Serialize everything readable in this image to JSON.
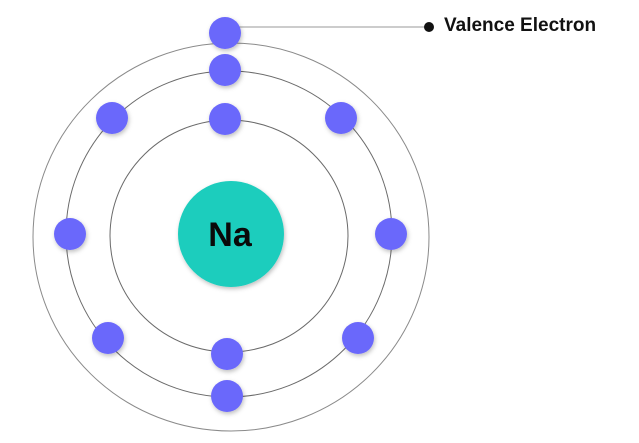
{
  "element_symbol": "Na",
  "callout_label": "Valence Electron",
  "shells": [
    {
      "name": "inner",
      "electrons": 2
    },
    {
      "name": "middle",
      "electrons": 8
    },
    {
      "name": "outer",
      "electrons": 1
    }
  ],
  "colors": {
    "nucleus": "#1ccdbd",
    "electron": "#6b68fb",
    "orbit": "#8a8a8a",
    "callout_line": "#9a9a9a",
    "text": "#111111"
  }
}
